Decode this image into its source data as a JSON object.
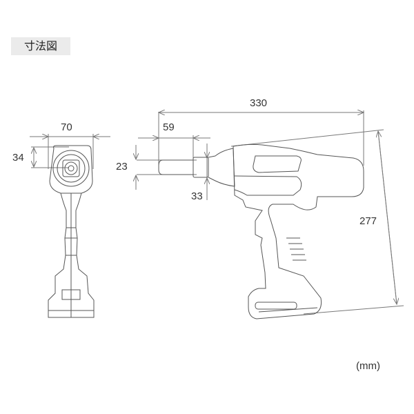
{
  "title": "寸法図",
  "unit": "(mm)",
  "front_view": {
    "width_label": "70",
    "nose_height_label": "34"
  },
  "side_view": {
    "total_length_label": "330",
    "nose_length_label": "59",
    "nose_diameter_label": "23",
    "chuck_label": "33",
    "height_label": "277"
  },
  "colors": {
    "line": "#555555",
    "dimension_line": "#777777",
    "title_bg": "#ebebeb"
  }
}
